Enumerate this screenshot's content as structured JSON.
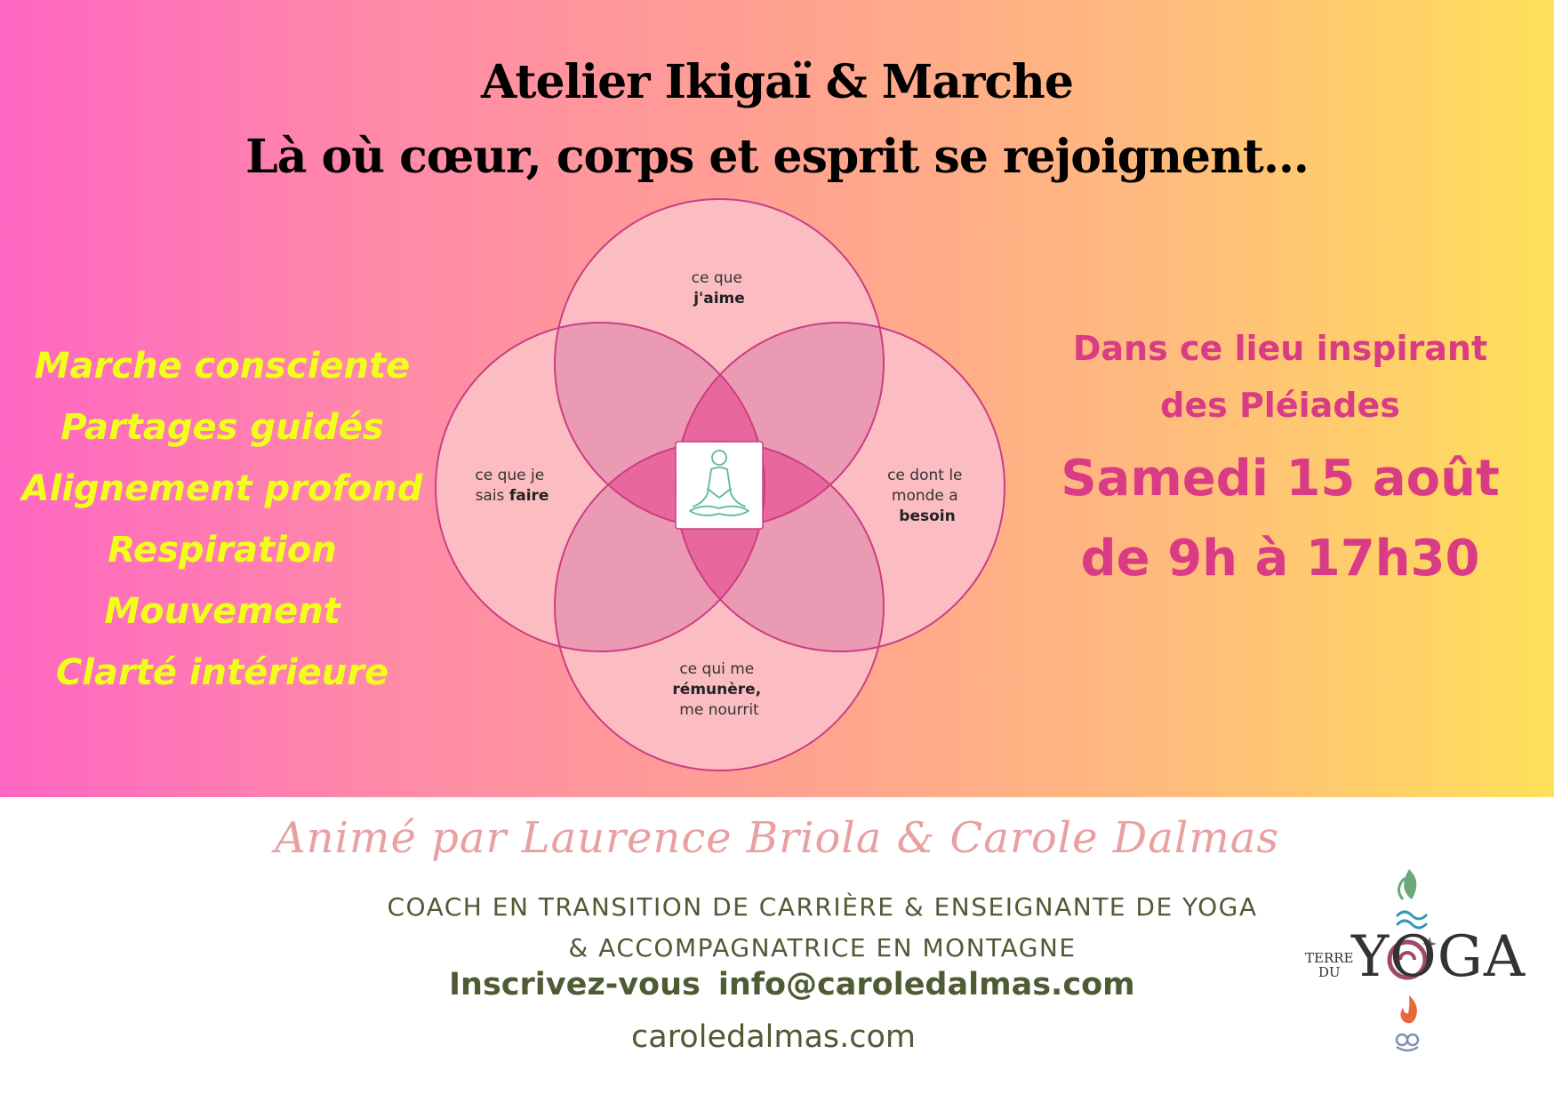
{
  "title": {
    "line1": "Atelier Ikigaï & Marche",
    "line2": "Là où cœur, corps et esprit se rejoignent…"
  },
  "activities": [
    "Marche consciente",
    "Partages guidés",
    "Alignement profond",
    "Respiration",
    "Mouvement",
    "Clarté intérieure"
  ],
  "venue": {
    "line1": "Dans ce lieu inspirant",
    "line2": "des Pléiades",
    "date": "Samedi 15 août",
    "time": "de 9h à 17h30"
  },
  "venn": {
    "top": {
      "line1": "ce que",
      "line2": "j'aime"
    },
    "left": {
      "line1": "ce que je",
      "line2a": "sais ",
      "line2b": "faire"
    },
    "right": {
      "line1": "ce dont le",
      "line2": "monde a",
      "line3": "besoin"
    },
    "bottom": {
      "line1": "ce qui me",
      "line2": "rémunère,",
      "line3": "me nourrit"
    },
    "center_icon": "meditation-icon"
  },
  "hosts": "Animé par Laurence Briola & Carole Dalmas",
  "roles": {
    "line1": "COACH EN TRANSITION DE CARRIÈRE & ENSEIGNANTE DE YOGA",
    "line2": "& ACCOMPAGNATRICE EN MONTAGNE"
  },
  "contact": {
    "cta": "Inscrivez-vous",
    "email": "info@caroledalmas.com",
    "website": "caroledalmas.com"
  },
  "logo": {
    "small_top": "TERRE",
    "small_bottom": "DU",
    "big": "YOGA"
  },
  "colors": {
    "gradient_left": "#ff66c2",
    "gradient_right": "#ffe05a",
    "activities": "#f2ff1a",
    "venue": "#d93b85",
    "hosts": "#e8a0a0",
    "contact": "#4f5b35",
    "circle_stroke": "#cc3d85"
  }
}
